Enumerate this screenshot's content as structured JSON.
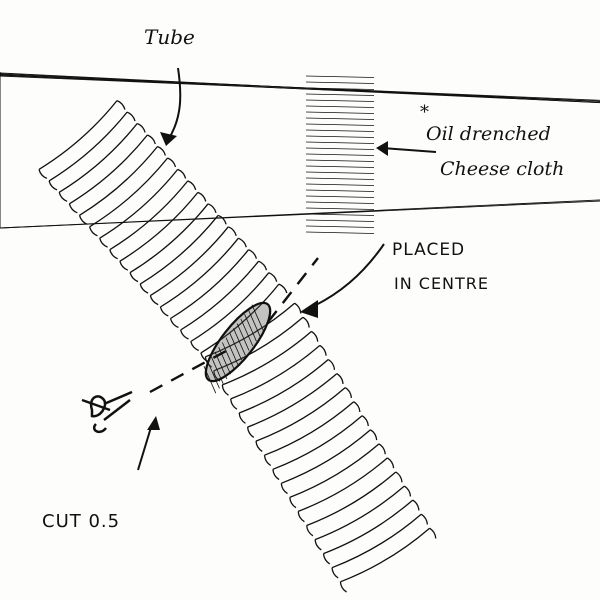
{
  "labels": {
    "tube": "Tube",
    "asterisk": "*",
    "cloth_line1": "Oil drenched",
    "cloth_line2": "Cheese cloth",
    "placed_line1": "PLACED",
    "placed_line2": "IN CENTRE",
    "cut": "CUT 0.5"
  },
  "tube": {
    "ring_count": 34
  },
  "colors": {
    "ink": "#111111",
    "paper": "#fdfdfb"
  }
}
